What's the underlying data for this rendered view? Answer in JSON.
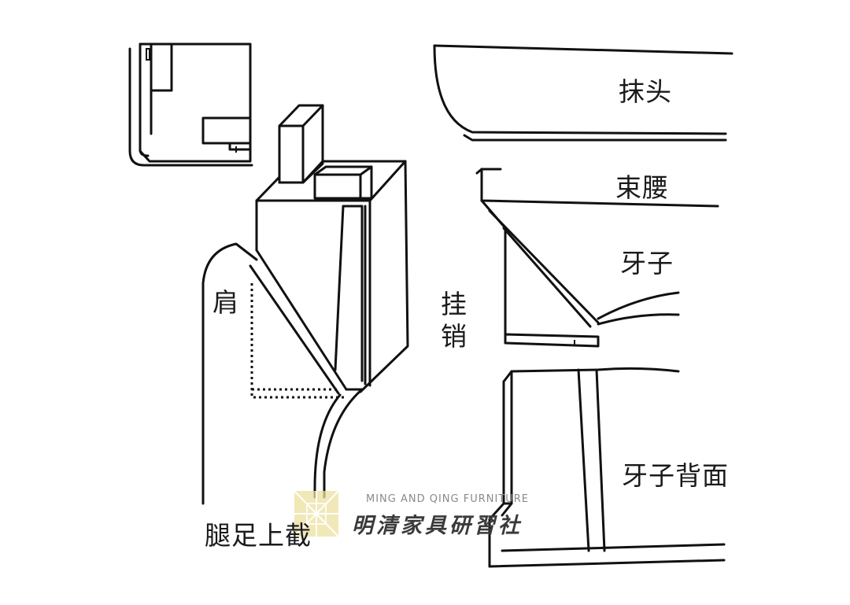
{
  "labels": {
    "mo_tou": "抹头",
    "shu_yao": "束腰",
    "ya_zi": "牙子",
    "jian": "肩",
    "gua_xiao": [
      "挂",
      "销"
    ],
    "ya_zi_bei_mian": "牙子背面",
    "tui_zu_shang_jie": "腿足上截"
  },
  "watermark": {
    "english": "MING AND QING FURNITURE",
    "chinese": "明清家具研習社"
  },
  "colors": {
    "ink": "#111111",
    "logo": "#e8d78a",
    "watermark_text": "#8a8a8a"
  }
}
